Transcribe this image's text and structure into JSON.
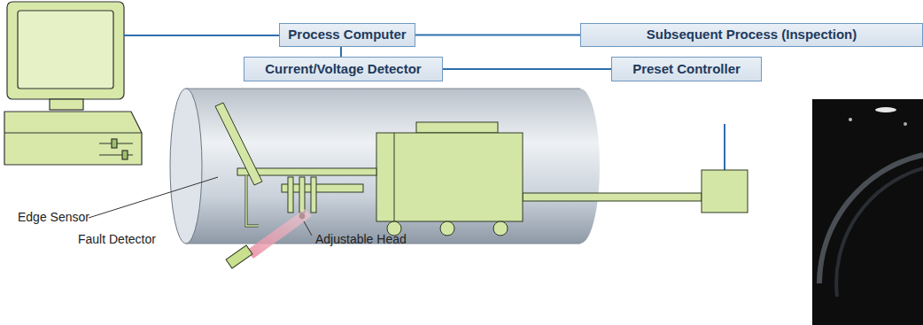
{
  "diagram": {
    "nodes": [
      {
        "text": [
          "Process Computer"
        ]
      },
      {
        "text": [
          "Subsequent Process (Inspection)"
        ]
      },
      {
        "text": [
          "Current/Voltage Detector"
        ]
      },
      {
        "text": [
          "Preset Controller"
        ]
      }
    ],
    "edges": [
      {
        "from": 0,
        "to": 1,
        "arrow": "none"
      },
      {
        "from": 0,
        "to": 2,
        "arrow": "none"
      },
      {
        "from": 2,
        "to": 3,
        "arrow": "none"
      }
    ],
    "labels": [
      "Edge Sensor",
      "Fault Detector",
      "Adjustable Head"
    ]
  }
}
